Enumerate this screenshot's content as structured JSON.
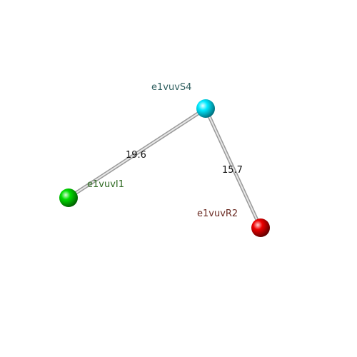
{
  "nodes": [
    {
      "id": "n1",
      "label": "e1vuvS4",
      "color": "#00e5ee",
      "label_color": "#2f5f5f"
    },
    {
      "id": "n2",
      "label": "e1vuvI1",
      "color": "#00dd00",
      "label_color": "#2f6a22"
    },
    {
      "id": "n3",
      "label": "e1vuvR2",
      "color": "#ee0000",
      "label_color": "#6a2a22"
    }
  ],
  "edges": [
    {
      "from": "n1",
      "to": "n2",
      "label": "19.6"
    },
    {
      "from": "n1",
      "to": "n3",
      "label": "15.7"
    }
  ]
}
